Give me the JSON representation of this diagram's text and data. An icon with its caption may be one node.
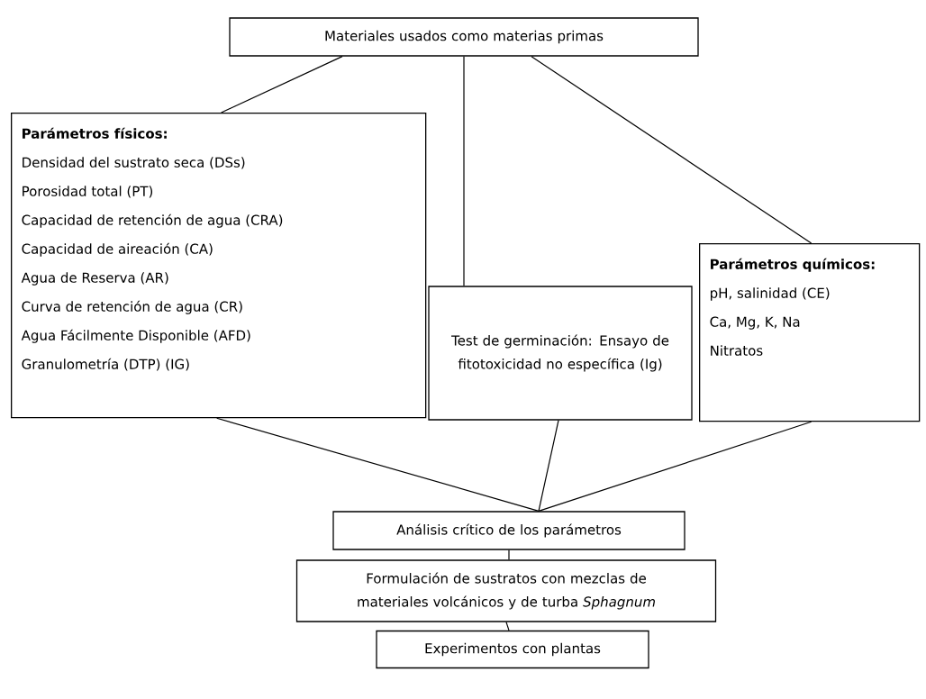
{
  "diagram": {
    "nodes": [
      {
        "text": [
          "Materiales usados como materias primas"
        ]
      },
      {
        "text": [
          "Parámetros físicos:",
          "Densidad del sustrato seca (DSs)",
          "Porosidad total (PT)",
          "Capacidad de retención de agua (CRA)",
          "Capacidad de aireación (CA)",
          "Agua de Reserva (AR)",
          "Curva de retención de agua (CR)",
          "Agua Fácilmente Disponible (AFD)",
          "Granulometría (DTP) (IG)"
        ]
      },
      {
        "text": [
          "Test de germinación: Ensayo de fitotoxicidad no específica (Ig)"
        ]
      },
      {
        "text": [
          "Parámetros químicos:",
          "pH, salinidad (CE)",
          "Ca, Mg, K, Na",
          "Nitratos"
        ]
      },
      {
        "text": [
          "Análisis crítico de los parámetros"
        ]
      },
      {
        "text": [
          "Formulación de sustratos con mezclas de materiales volcánicos y de turba *Sphagnum*"
        ]
      },
      {
        "text": [
          "Experimentos con plantas"
        ]
      }
    ],
    "edges": [
      {
        "from": 0,
        "to": 1,
        "arrow": "none"
      },
      {
        "from": 0,
        "to": 2,
        "arrow": "none"
      },
      {
        "from": 0,
        "to": 3,
        "arrow": "none"
      },
      {
        "from": 1,
        "to": 4,
        "arrow": "none"
      },
      {
        "from": 2,
        "to": 4,
        "arrow": "none"
      },
      {
        "from": 3,
        "to": 4,
        "arrow": "none"
      },
      {
        "from": 4,
        "to": 5,
        "arrow": "none"
      },
      {
        "from": 5,
        "to": 6,
        "arrow": "none"
      }
    ]
  }
}
